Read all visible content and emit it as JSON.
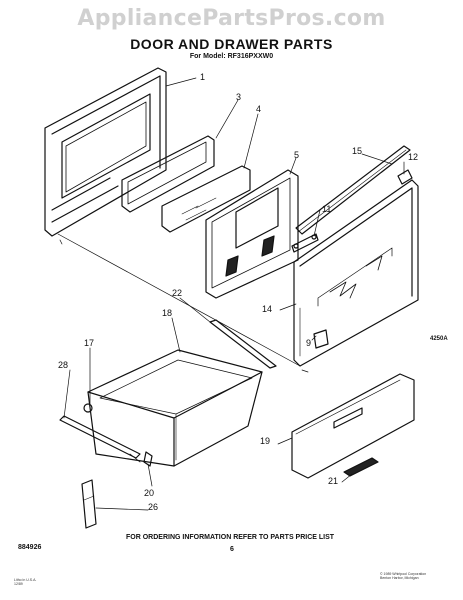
{
  "watermark": "AppliancePartsPros.com",
  "title": "DOOR AND DRAWER PARTS",
  "subtitle": "For Model: RF316PXXW0",
  "callouts": {
    "c1": "1",
    "c3": "3",
    "c4": "4",
    "c5": "5",
    "c15": "15",
    "c12": "12",
    "c11": "11",
    "c14": "14",
    "c9": "9",
    "c22": "22",
    "c18": "18",
    "c17": "17",
    "c28": "28",
    "c19": "19",
    "c21": "21",
    "c20": "20",
    "c26": "26"
  },
  "fig_code": "4250A",
  "footer": {
    "doc_number": "884926",
    "instruction": "FOR ORDERING INFORMATION REFER TO PARTS PRICE LIST",
    "page_number": "6"
  },
  "fine_print": {
    "left_line1": "Litho in U.S.A.",
    "left_line2": "12/89",
    "right_line1": "© 1989 Whirlpool Corporation",
    "right_line2": "Benton Harbor, Michigan"
  }
}
